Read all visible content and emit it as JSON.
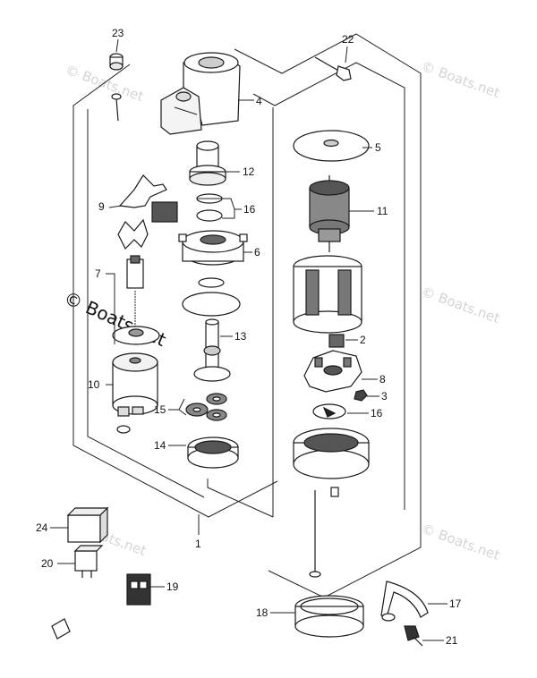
{
  "watermark": {
    "text": "© Boats.net",
    "bold_text": "© Boats.net"
  },
  "callouts": {
    "c1": "1",
    "c2": "2",
    "c3": "3",
    "c4": "4",
    "c5": "5",
    "c6": "6",
    "c7": "7",
    "c8": "8",
    "c9": "9",
    "c10": "10",
    "c11": "11",
    "c12": "12",
    "c13": "13",
    "c14": "14",
    "c15": "15",
    "c16a": "16",
    "c16b": "16",
    "c17": "17",
    "c18": "18",
    "c19": "19",
    "c20": "20",
    "c21": "21",
    "c22": "22",
    "c23": "23",
    "c24": "24"
  }
}
